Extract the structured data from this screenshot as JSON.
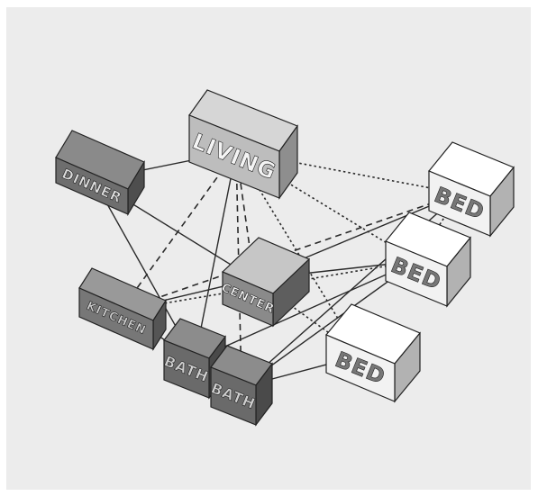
{
  "diagram": {
    "rooms": [
      {
        "id": "living",
        "label": "LIVING"
      },
      {
        "id": "dinner",
        "label": "DINNER"
      },
      {
        "id": "center",
        "label": "CENTER"
      },
      {
        "id": "kitchen",
        "label": "KITCHEN"
      },
      {
        "id": "bath1",
        "label": "BATH"
      },
      {
        "id": "bath2",
        "label": "BATH"
      },
      {
        "id": "bed1",
        "label": "BED"
      },
      {
        "id": "bed2",
        "label": "BED"
      },
      {
        "id": "bed3",
        "label": "BED"
      }
    ],
    "connections": [
      {
        "from": "dinner",
        "to": "living",
        "style": "solid"
      },
      {
        "from": "dinner",
        "to": "center",
        "style": "solid"
      },
      {
        "from": "dinner",
        "to": "bath1",
        "style": "solid"
      },
      {
        "from": "living",
        "to": "kitchen",
        "style": "dashed"
      },
      {
        "from": "living",
        "to": "center",
        "style": "dashed"
      },
      {
        "from": "living",
        "to": "bath1",
        "style": "solid"
      },
      {
        "from": "living",
        "to": "bath2",
        "style": "dashed"
      },
      {
        "from": "living",
        "to": "bed1",
        "style": "dotted"
      },
      {
        "from": "living",
        "to": "bed2",
        "style": "dotted"
      },
      {
        "from": "living",
        "to": "bed3",
        "style": "dotted"
      },
      {
        "from": "center",
        "to": "bed1",
        "style": "solid"
      },
      {
        "from": "center",
        "to": "bed2",
        "style": "solid"
      },
      {
        "from": "center",
        "to": "bed3",
        "style": "dotted"
      },
      {
        "from": "center",
        "to": "kitchen",
        "style": "solid"
      },
      {
        "from": "kitchen",
        "to": "bath1",
        "style": "solid"
      },
      {
        "from": "kitchen",
        "to": "bed2",
        "style": "dotted"
      },
      {
        "from": "kitchen",
        "to": "bed1",
        "style": "dashed"
      },
      {
        "from": "bath1",
        "to": "bed2",
        "style": "solid"
      },
      {
        "from": "bath2",
        "to": "bed1",
        "style": "solid"
      },
      {
        "from": "bath2",
        "to": "bed3",
        "style": "solid"
      },
      {
        "from": "bath2",
        "to": "bed2",
        "style": "solid"
      },
      {
        "from": "bed1",
        "to": "bed2",
        "style": "dotted"
      }
    ]
  }
}
